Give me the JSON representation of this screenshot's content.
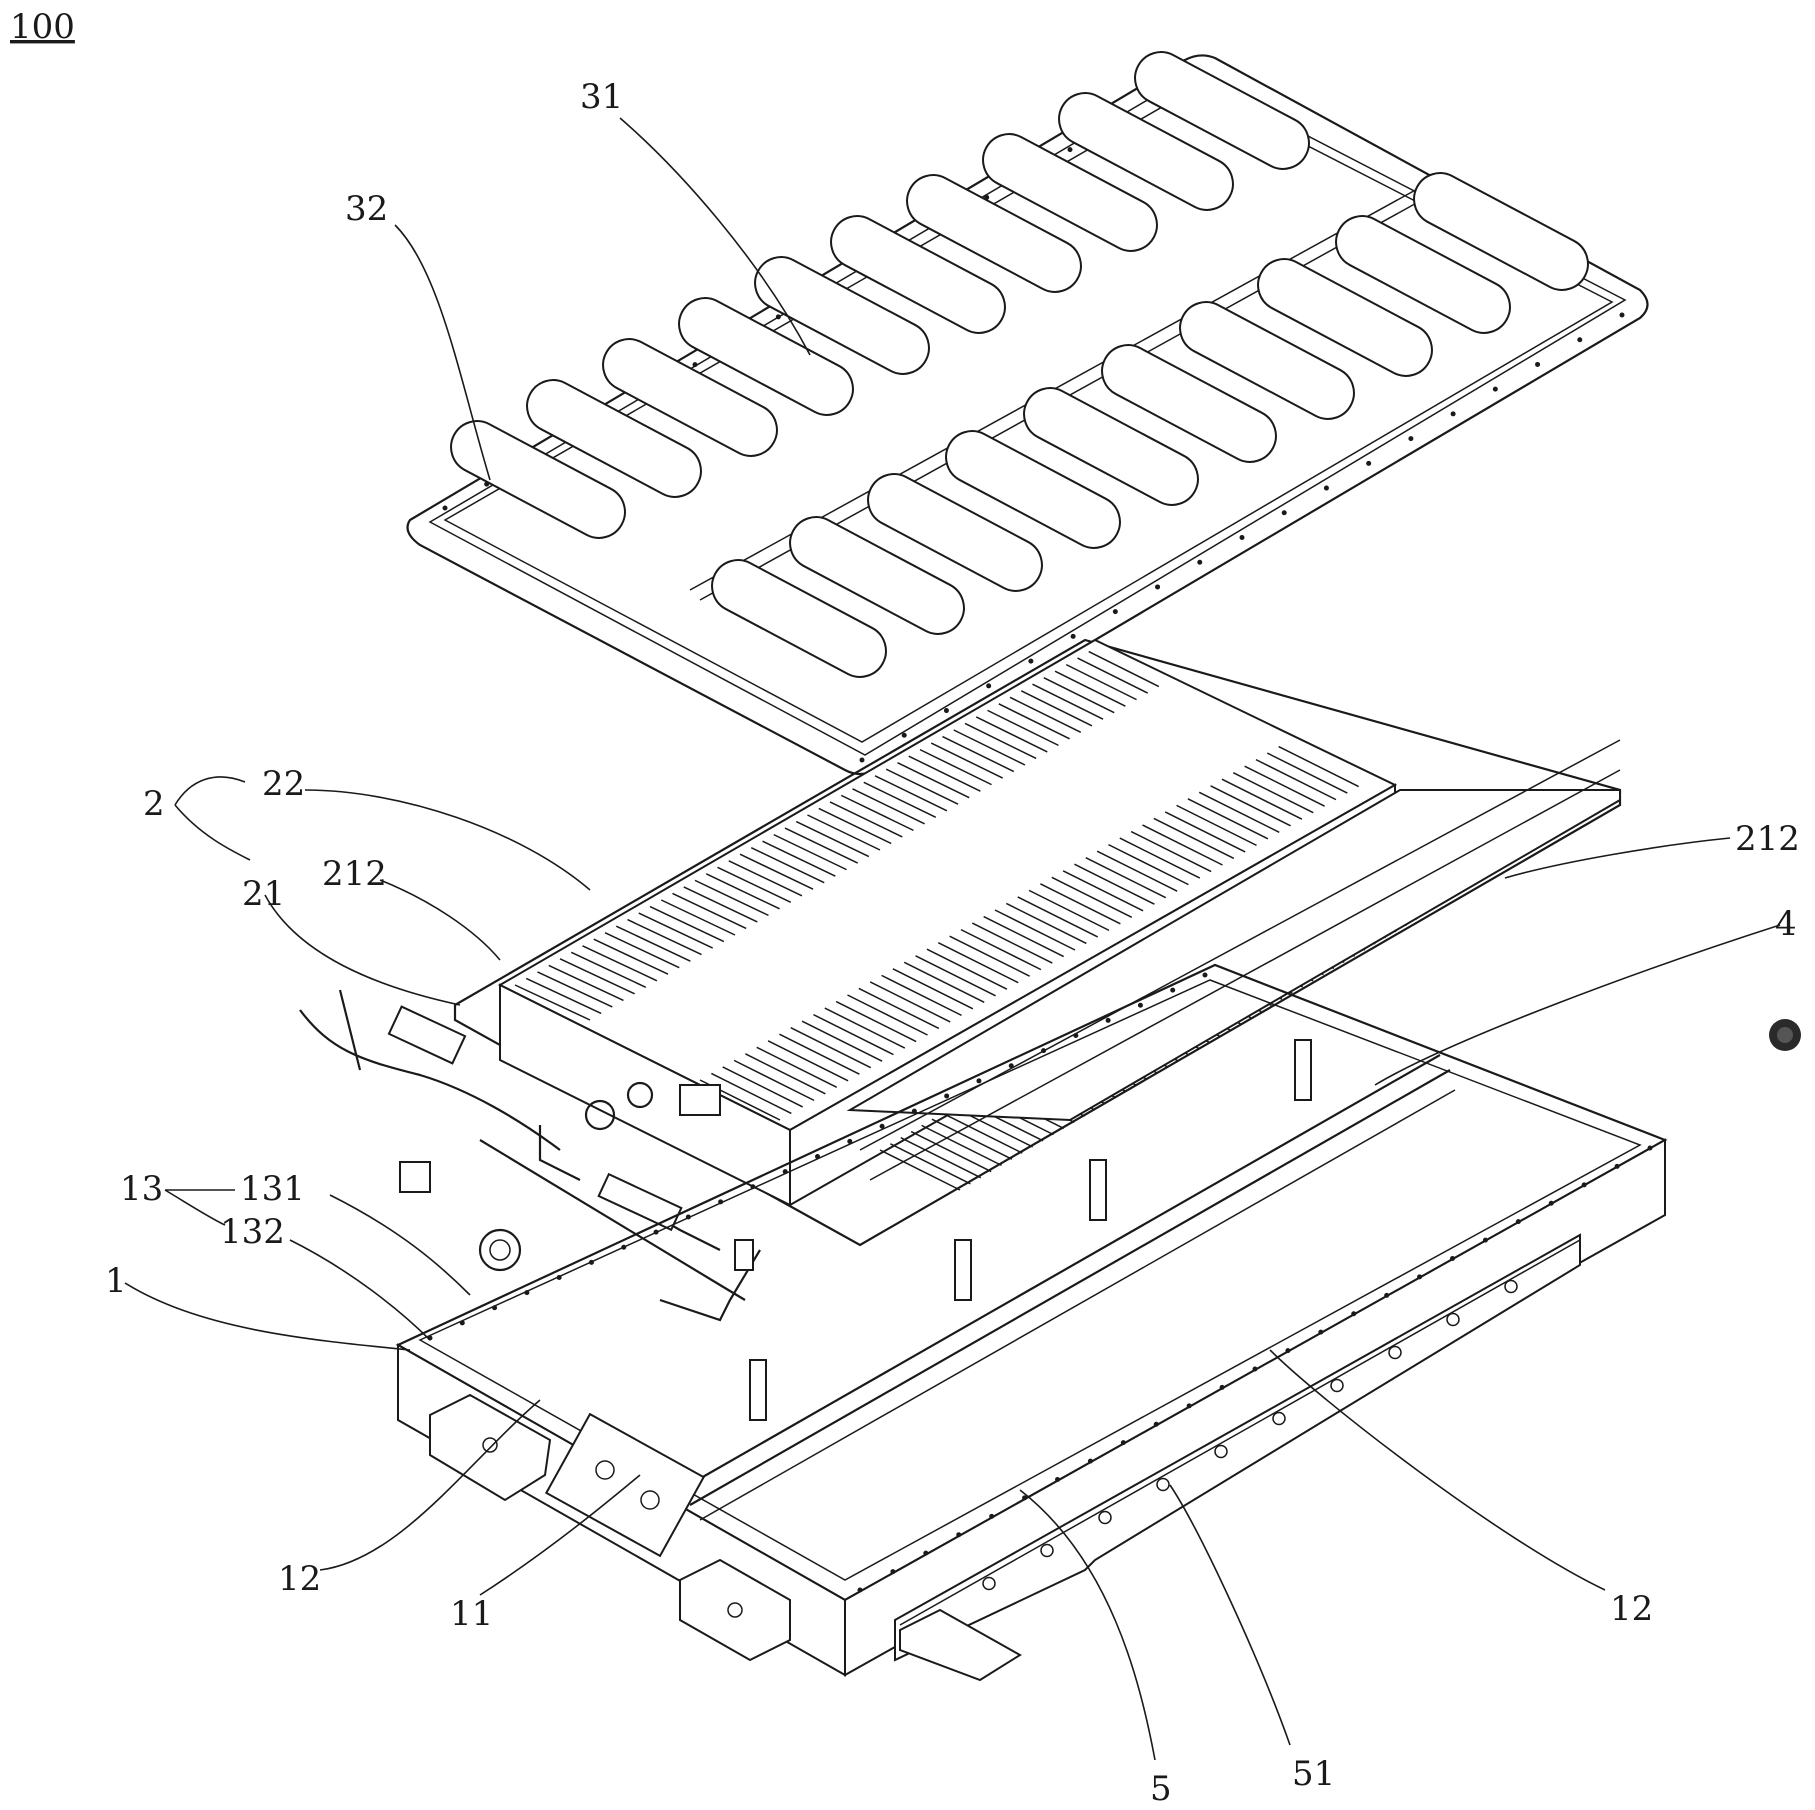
{
  "figure_label": "100",
  "labels": {
    "l31": "31",
    "l32": "32",
    "l22": "22",
    "l2": "2",
    "l21": "21",
    "l212_left": "212",
    "l212_right": "212",
    "l4": "4",
    "l13": "13",
    "l131": "131",
    "l132": "132",
    "l1": "1",
    "l12_left": "12",
    "l11": "11",
    "l12_right": "12",
    "l5": "5",
    "l51": "51"
  }
}
